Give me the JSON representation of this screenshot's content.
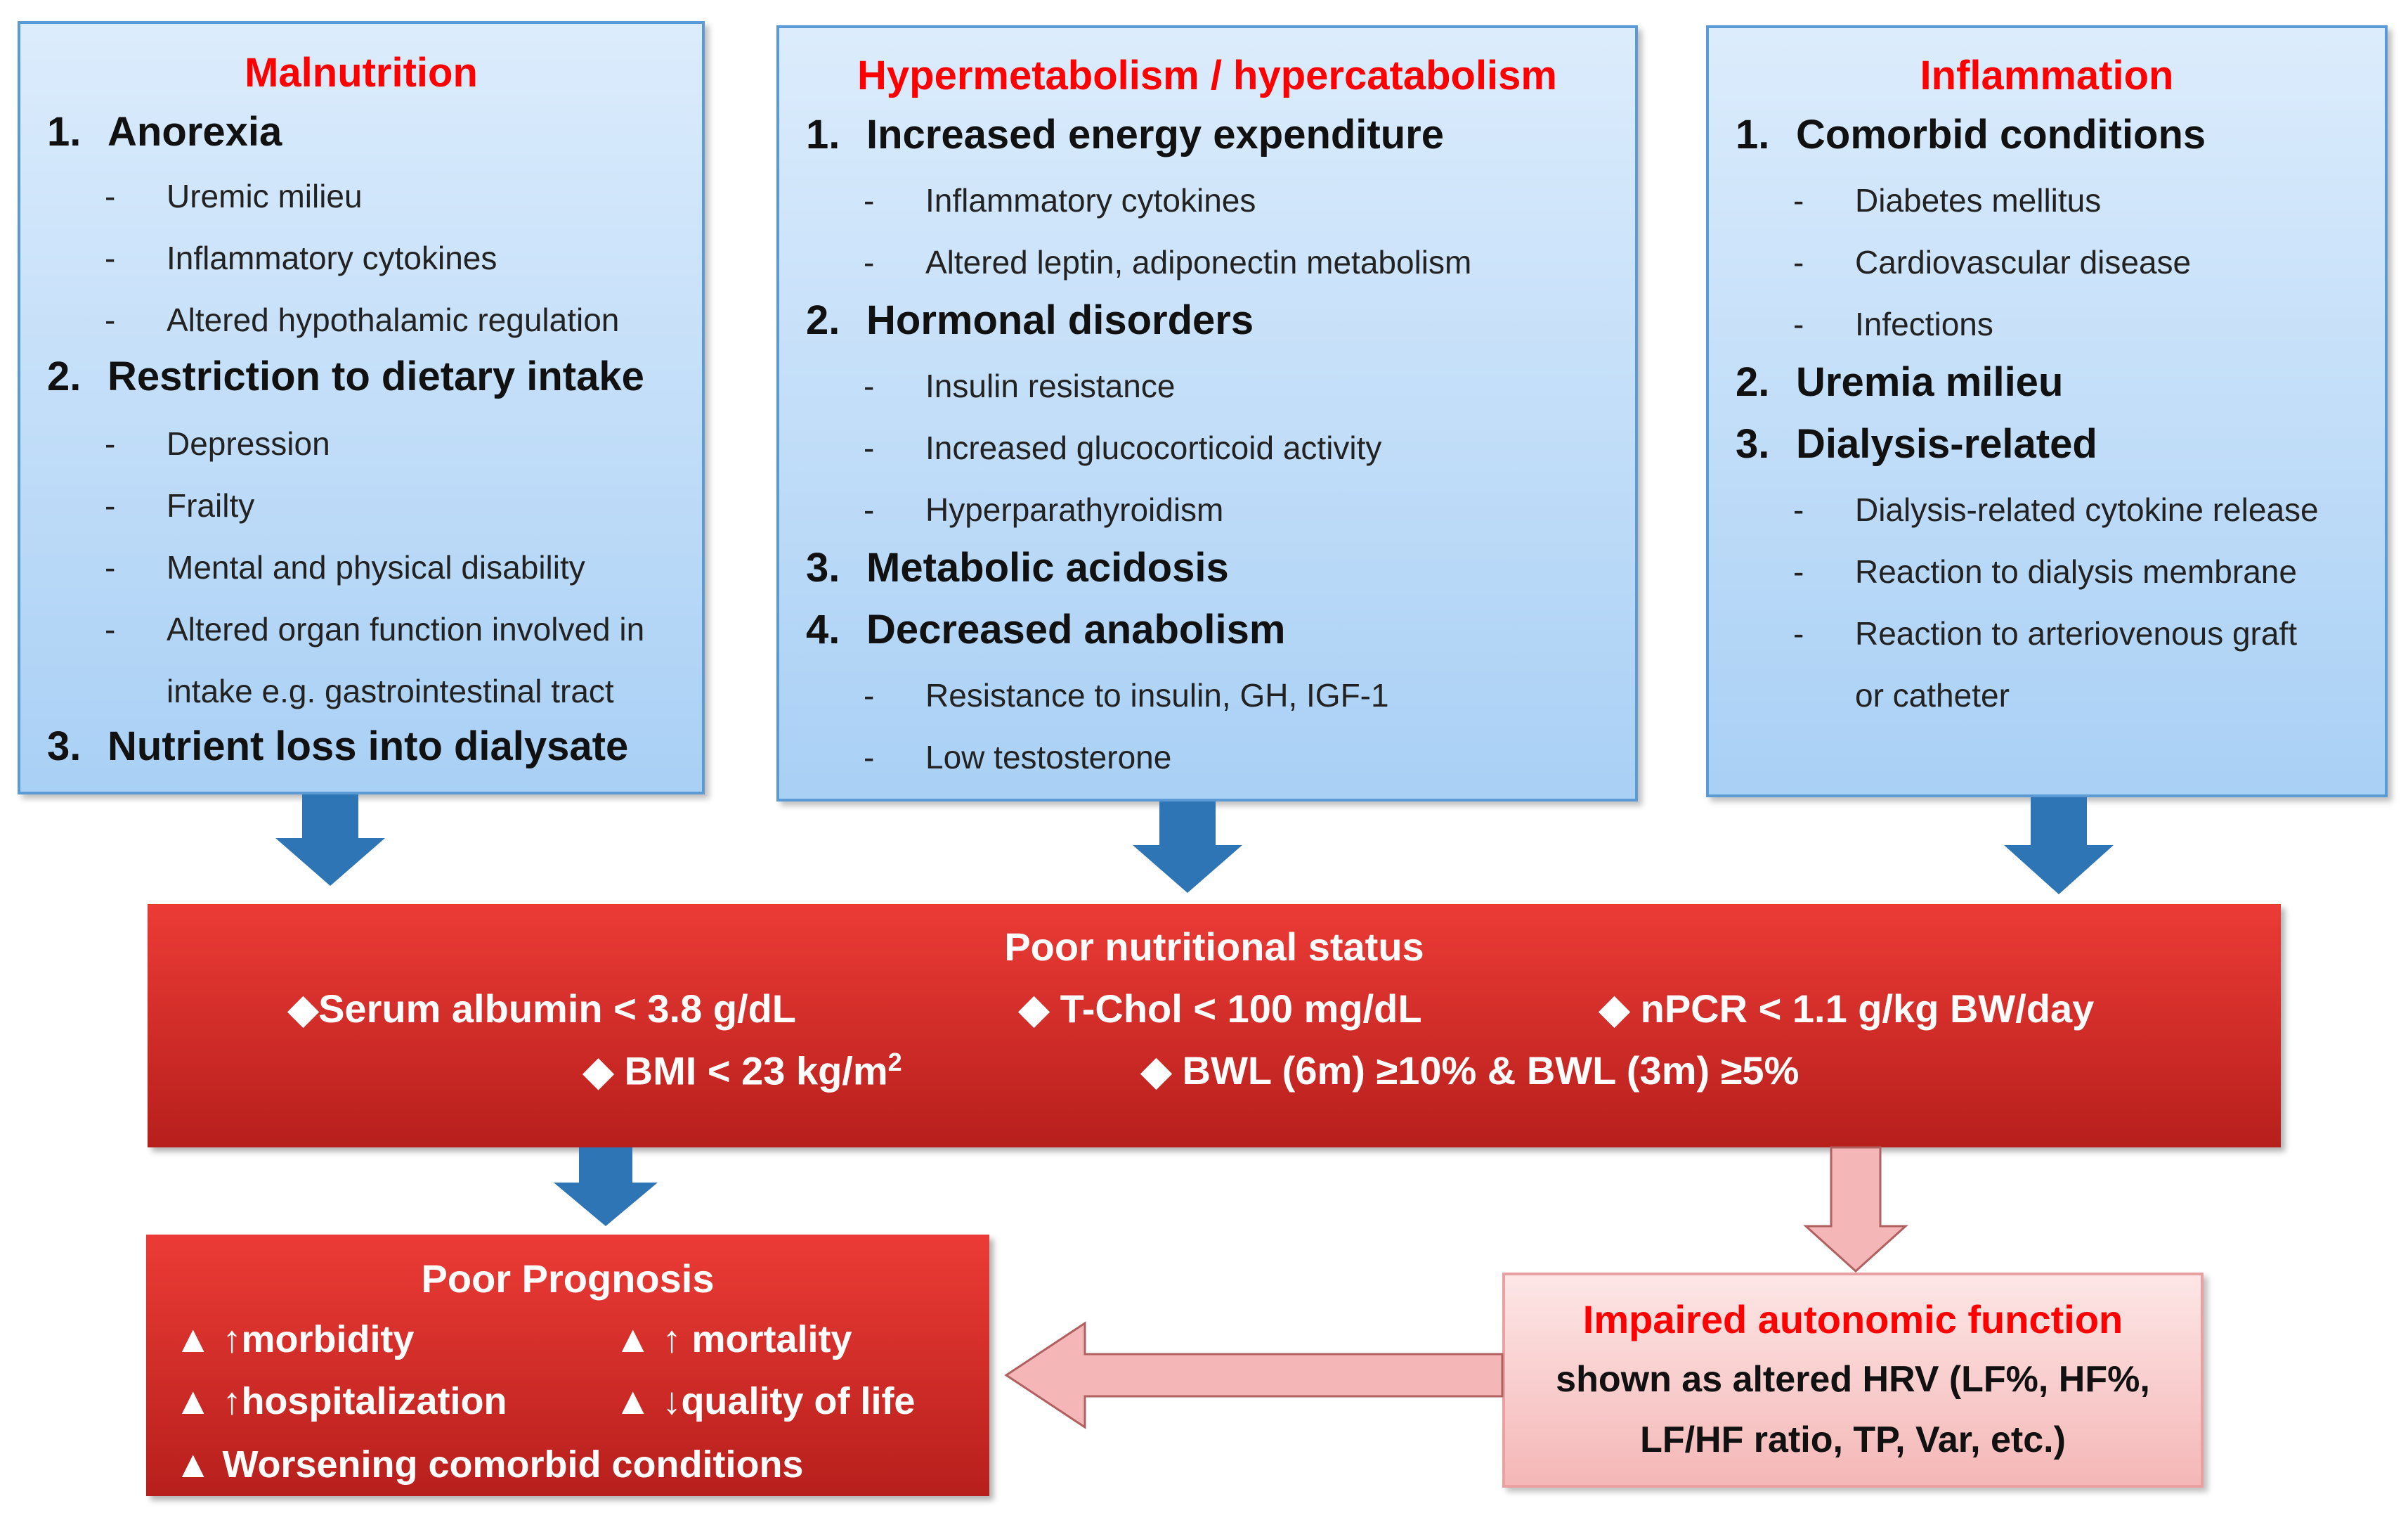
{
  "malnutrition": {
    "title": "Malnutrition",
    "items": [
      {
        "num": "1.",
        "label": "Anorexia",
        "subs": [
          "Uremic milieu",
          "Inflammatory cytokines",
          "Altered hypothalamic regulation"
        ]
      },
      {
        "num": "2.",
        "label": "Restriction to dietary intake",
        "subs": [
          "Depression",
          "Frailty",
          "Mental and physical disability",
          "Altered organ function involved in",
          "intake e.g. gastrointestinal tract"
        ]
      },
      {
        "num": "3.",
        "label": "Nutrient loss into dialysate"
      }
    ]
  },
  "hypermetabolism": {
    "title": "Hypermetabolism / hypercatabolism",
    "items": [
      {
        "num": "1.",
        "label": "Increased energy expenditure",
        "subs": [
          "Inflammatory cytokines",
          "Altered leptin, adiponectin metabolism"
        ]
      },
      {
        "num": "2.",
        "label": "Hormonal disorders",
        "subs": [
          "Insulin resistance",
          "Increased glucocorticoid activity",
          "Hyperparathyroidism"
        ]
      },
      {
        "num": "3.",
        "label": "Metabolic acidosis"
      },
      {
        "num": "4.",
        "label": "Decreased anabolism",
        "subs": [
          "Resistance to insulin, GH, IGF-1",
          "Low testosterone"
        ]
      }
    ]
  },
  "inflammation": {
    "title": "Inflammation",
    "items": [
      {
        "num": "1.",
        "label": "Comorbid conditions",
        "subs": [
          "Diabetes mellitus",
          "Cardiovascular disease",
          "Infections"
        ]
      },
      {
        "num": "2.",
        "label": "Uremia milieu"
      },
      {
        "num": "3.",
        "label": "Dialysis-related",
        "subs": [
          "Dialysis-related cytokine release",
          "Reaction to dialysis membrane",
          "Reaction to arteriovenous graft",
          "or catheter"
        ]
      }
    ]
  },
  "status": {
    "title": "Poor nutritional status",
    "albumin": "◆Serum albumin < 3.8 g/dL",
    "tchol": "◆ T-Chol < 100 mg/dL",
    "npcr": "◆ nPCR < 1.1 g/kg BW/day",
    "bmi_prefix": "◆ BMI < 23 kg/m",
    "bmi_sup": "2",
    "bwl": "◆ BWL (6m) ≥10% & BWL (3m) ≥5%"
  },
  "prognosis": {
    "title": "Poor Prognosis",
    "morbidity": "▲ ↑morbidity",
    "mortality": "▲ ↑ mortality",
    "hospitalization": "▲ ↑hospitalization",
    "qol": "▲ ↓quality of life",
    "comorbid": "▲ Worsening comorbid conditions"
  },
  "autonomic": {
    "title": "Impaired autonomic function",
    "line1": "shown as altered HRV (LF%, HF%,",
    "line2": "LF/HF ratio, TP, Var, etc.)"
  },
  "colors": {
    "blue_arrow": "#2e75b6",
    "pink_arrow": "#f4b6b6",
    "title_red": "#ff0000",
    "box_red": "#d42a27"
  }
}
